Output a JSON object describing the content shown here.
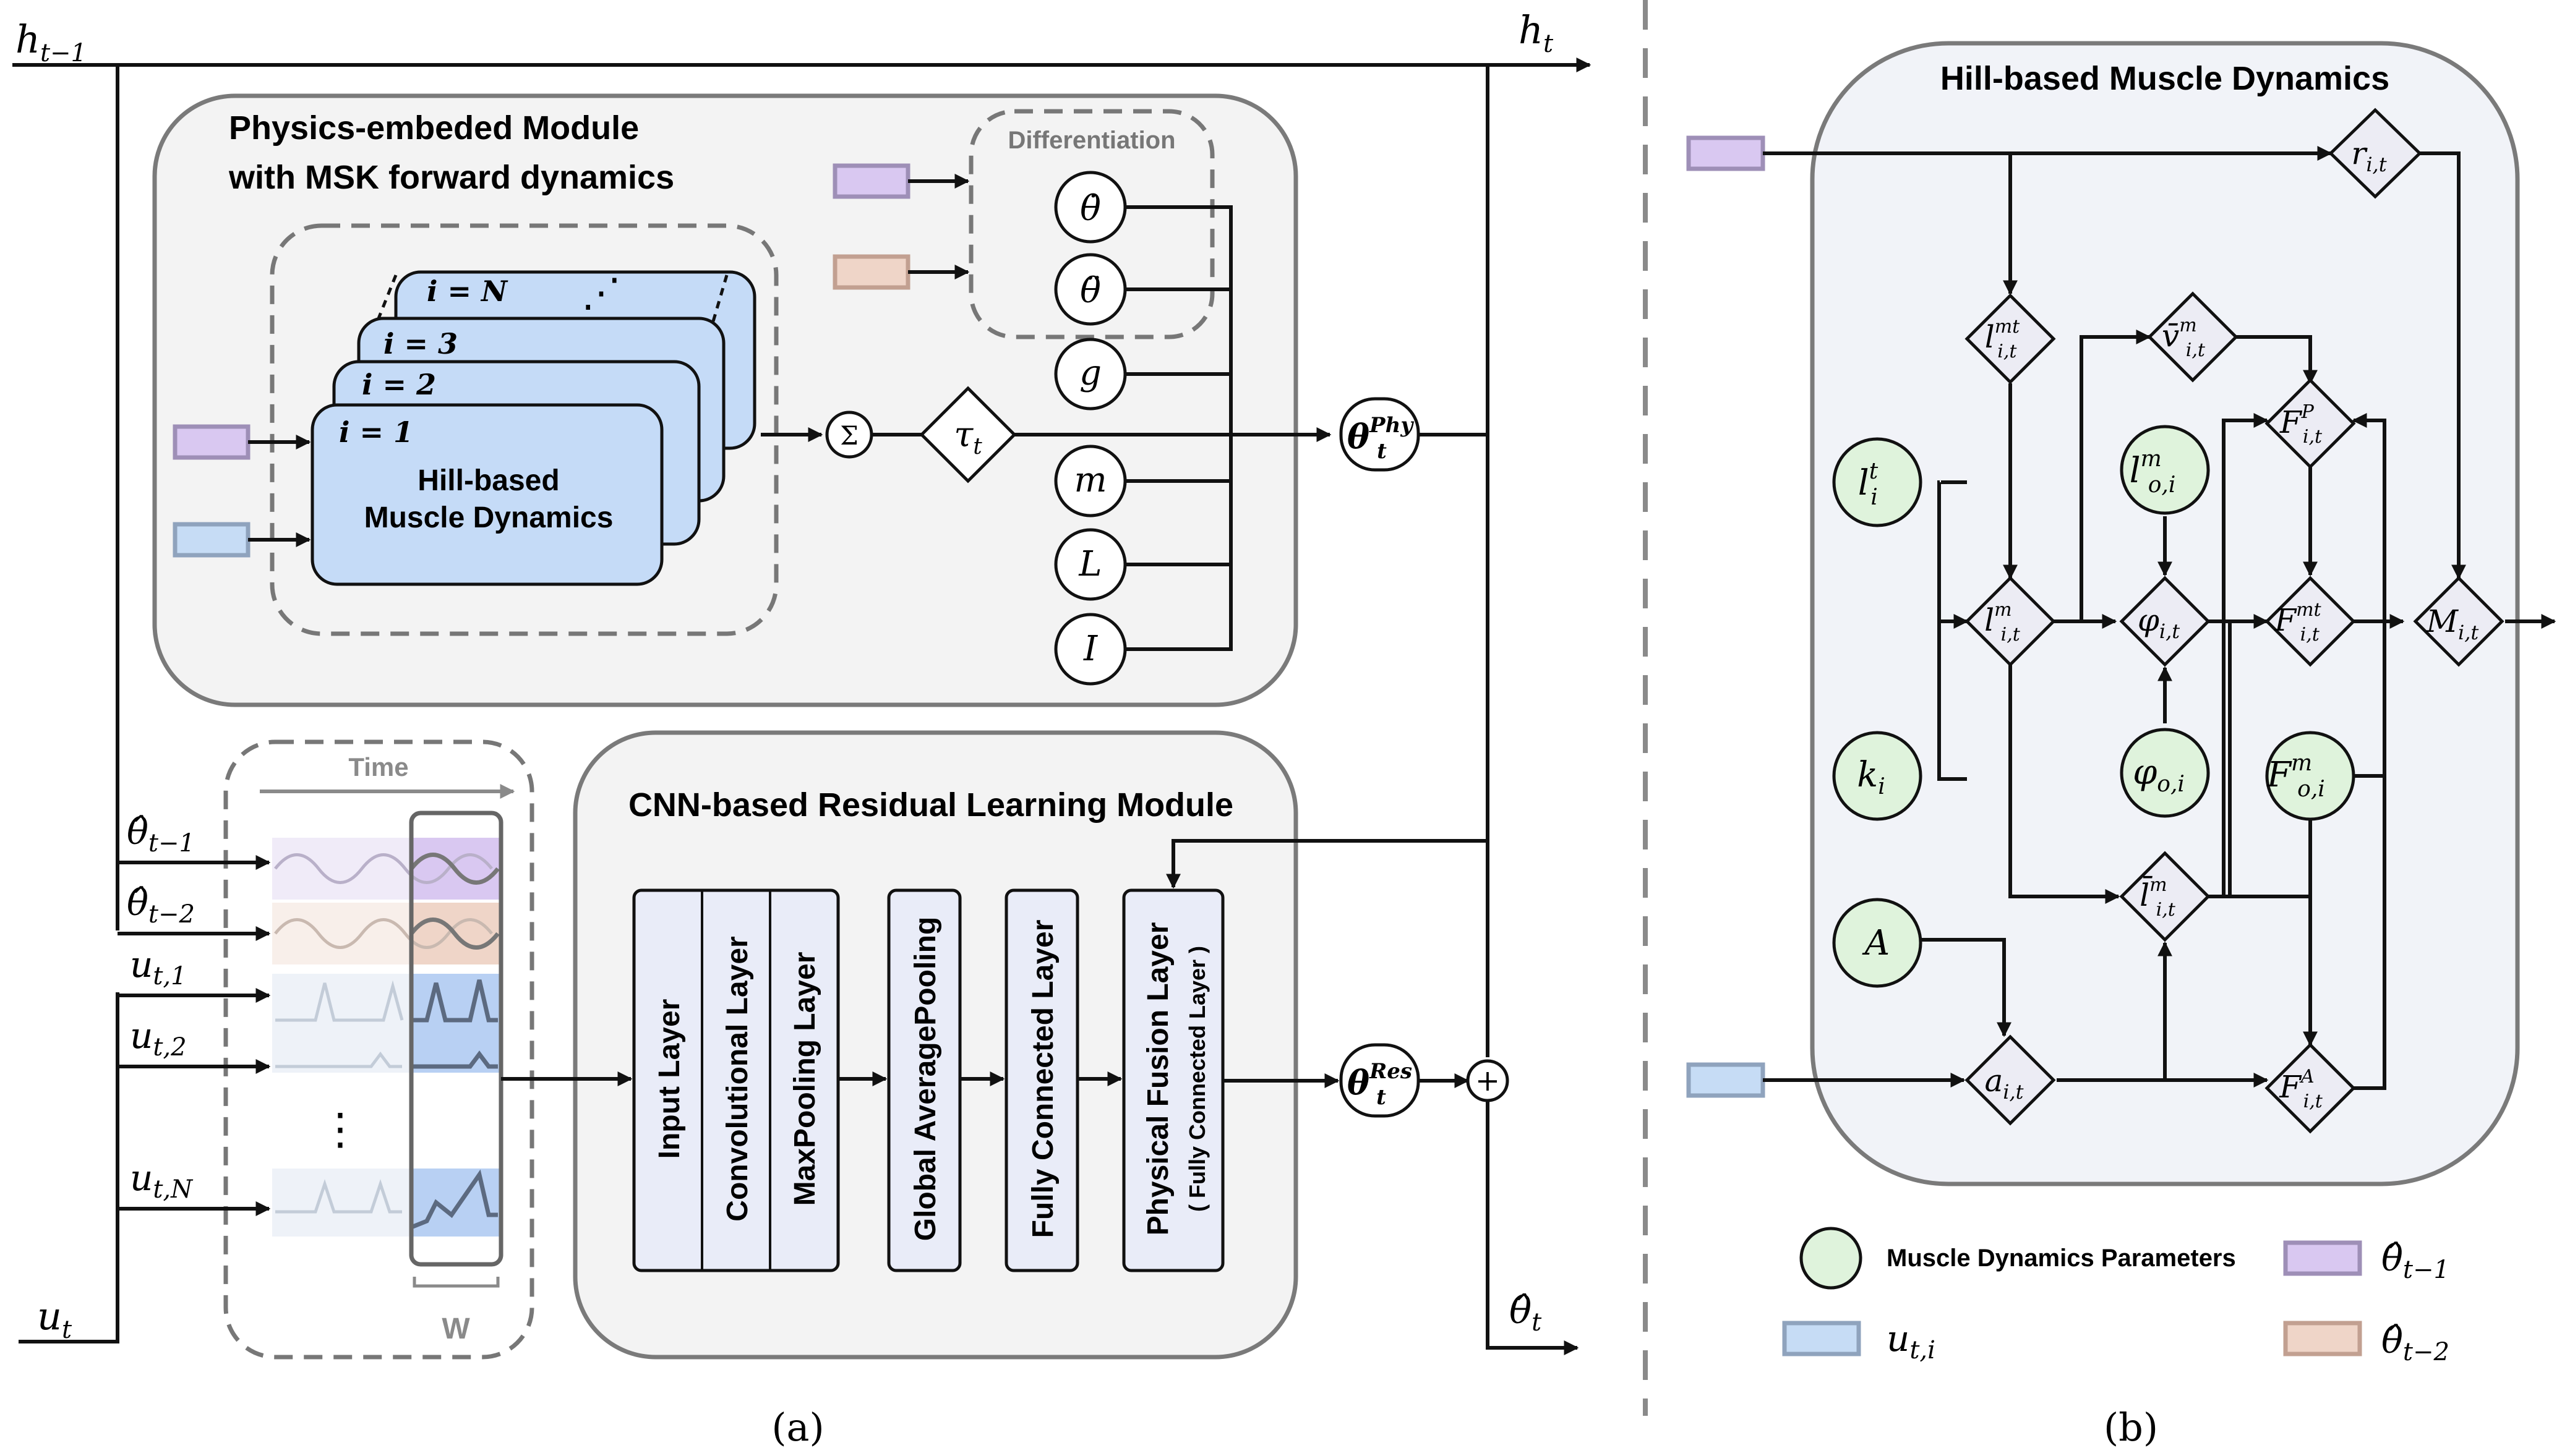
{
  "colors": {
    "module_bg": "#f3f3f3",
    "panel_b_bg": "#f1f3f8",
    "layer_fill": "#e9ecf8",
    "muscle_card": "#c5dbf7",
    "input_purple": "#d9c8f1",
    "input_blue": "#c6dcf5",
    "input_salmon": "#efd5c8",
    "param_green": "#dff3dc",
    "diamond_fill": "#ececf4",
    "dash_gray": "#777777"
  },
  "panel_a": {
    "caption": "(a)",
    "h_in": "h",
    "h_in_sub": "t−1",
    "h_out": "h",
    "h_out_sub": "t",
    "u_in": "u",
    "u_in_sub": "t",
    "theta_out": "θ̂",
    "theta_out_sub": "t",
    "physics_module": {
      "title_line1": "Physics-embeded Module",
      "title_line2": "with MSK forward dynamics",
      "differentiation_label": "Differentiation",
      "diff_nodes": [
        "θ̇",
        "θ̈"
      ],
      "param_nodes": [
        "g",
        "m",
        "L",
        "I"
      ],
      "muscle_stack": {
        "labels": [
          "i = N",
          "i = 3",
          "i = 2",
          "i = 1"
        ],
        "dots": "⋰",
        "card_title_line1": "Hill-based",
        "card_title_line2": "Muscle Dynamics"
      },
      "sum_symbol": "Σ",
      "tau": "τ",
      "tau_sub": "t",
      "theta_phy": "θ",
      "theta_phy_sub": "t",
      "theta_phy_sup": "Phy"
    },
    "window": {
      "time_label": "Time",
      "w_label": "W",
      "dots": "⋮",
      "inputs": [
        {
          "label": "θ̂",
          "sub": "t−1"
        },
        {
          "label": "θ̂",
          "sub": "t−2"
        },
        {
          "label": "u",
          "sub": "t,1"
        },
        {
          "label": "u",
          "sub": "t,2"
        },
        {
          "label": "u",
          "sub": "t,N"
        }
      ]
    },
    "cnn_module": {
      "title": "CNN-based Residual Learning Module",
      "layers": [
        "Input Layer",
        "Convolutional Layer",
        "MaxPooling Layer",
        "Global AveragePooling",
        "Fully Connected Layer",
        "Physical Fusion Layer"
      ],
      "fusion_sublabel": "( Fully Connected Layer )",
      "theta_res": "θ",
      "theta_res_sub": "t",
      "theta_res_sup": "Res",
      "plus": "+"
    }
  },
  "panel_b": {
    "caption": "(b)",
    "title": "Hill-based Muscle Dynamics",
    "params": [
      {
        "label": "l",
        "sup": "t",
        "sub": "i"
      },
      {
        "label": "k",
        "sup": "",
        "sub": "i"
      },
      {
        "label": "A",
        "sup": "",
        "sub": ""
      },
      {
        "label": "l",
        "sup": "m",
        "sub": "o,i"
      },
      {
        "label": "φ",
        "sup": "",
        "sub": "o,i"
      },
      {
        "label": "F",
        "sup": "m",
        "sub": "o,i"
      }
    ],
    "states": [
      {
        "label": "r",
        "sup": "",
        "sub": "i,t"
      },
      {
        "label": "l",
        "sup": "mt",
        "sub": "i,t"
      },
      {
        "label": "v̄",
        "sup": "m",
        "sub": "i,t"
      },
      {
        "label": "F",
        "sup": "P",
        "sub": "i,t"
      },
      {
        "label": "l",
        "sup": "m",
        "sub": "i,t"
      },
      {
        "label": "φ",
        "sup": "",
        "sub": "i,t"
      },
      {
        "label": "F",
        "sup": "mt",
        "sub": "i,t"
      },
      {
        "label": "M",
        "sup": "",
        "sub": "i,t"
      },
      {
        "label": "l̄",
        "sup": "m",
        "sub": "i,t"
      },
      {
        "label": "a",
        "sup": "",
        "sub": "i,t"
      },
      {
        "label": "F",
        "sup": "A",
        "sub": "i,t"
      }
    ],
    "legend": {
      "params_label": "Muscle Dynamics Parameters",
      "theta1": "θ̂",
      "theta1_sub": "t−1",
      "u": "u",
      "u_sub": "t,i",
      "theta2": "θ̂",
      "theta2_sub": "t−2"
    }
  }
}
